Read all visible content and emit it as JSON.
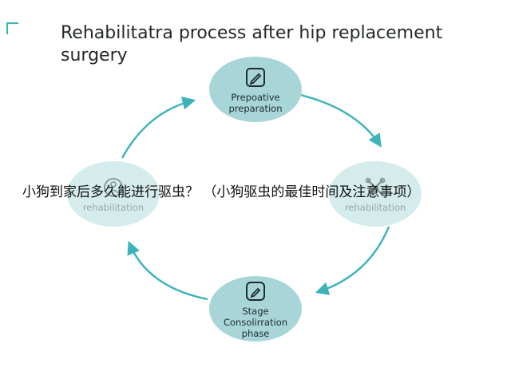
{
  "title": "Rehabilitatra process after hip replacement surgery",
  "nodes": [
    {
      "id": "top",
      "label": "Prepoative\npreparation",
      "icon": "pencil-note-icon",
      "faded": false
    },
    {
      "id": "right",
      "label": "rehabilitation",
      "icon": "crossed-tools-icon",
      "faded": true
    },
    {
      "id": "bottom",
      "label": "Stage\nConsolirration\nphase",
      "icon": "pencil-note-icon",
      "faded": false
    },
    {
      "id": "left",
      "label": "rehabilitation",
      "icon": "figure-icon",
      "faded": true
    }
  ],
  "overlay_caption": "小狗到家后多久能进行驱虫？ （小狗驱虫的最佳时间及注意事项）",
  "colors": {
    "node_fill": "#a8d6d8",
    "node_fill_faded": "#d5ecec",
    "arrow": "#3bb3b9",
    "corner_mark": "#3bb3b9",
    "title": "#23282a"
  }
}
